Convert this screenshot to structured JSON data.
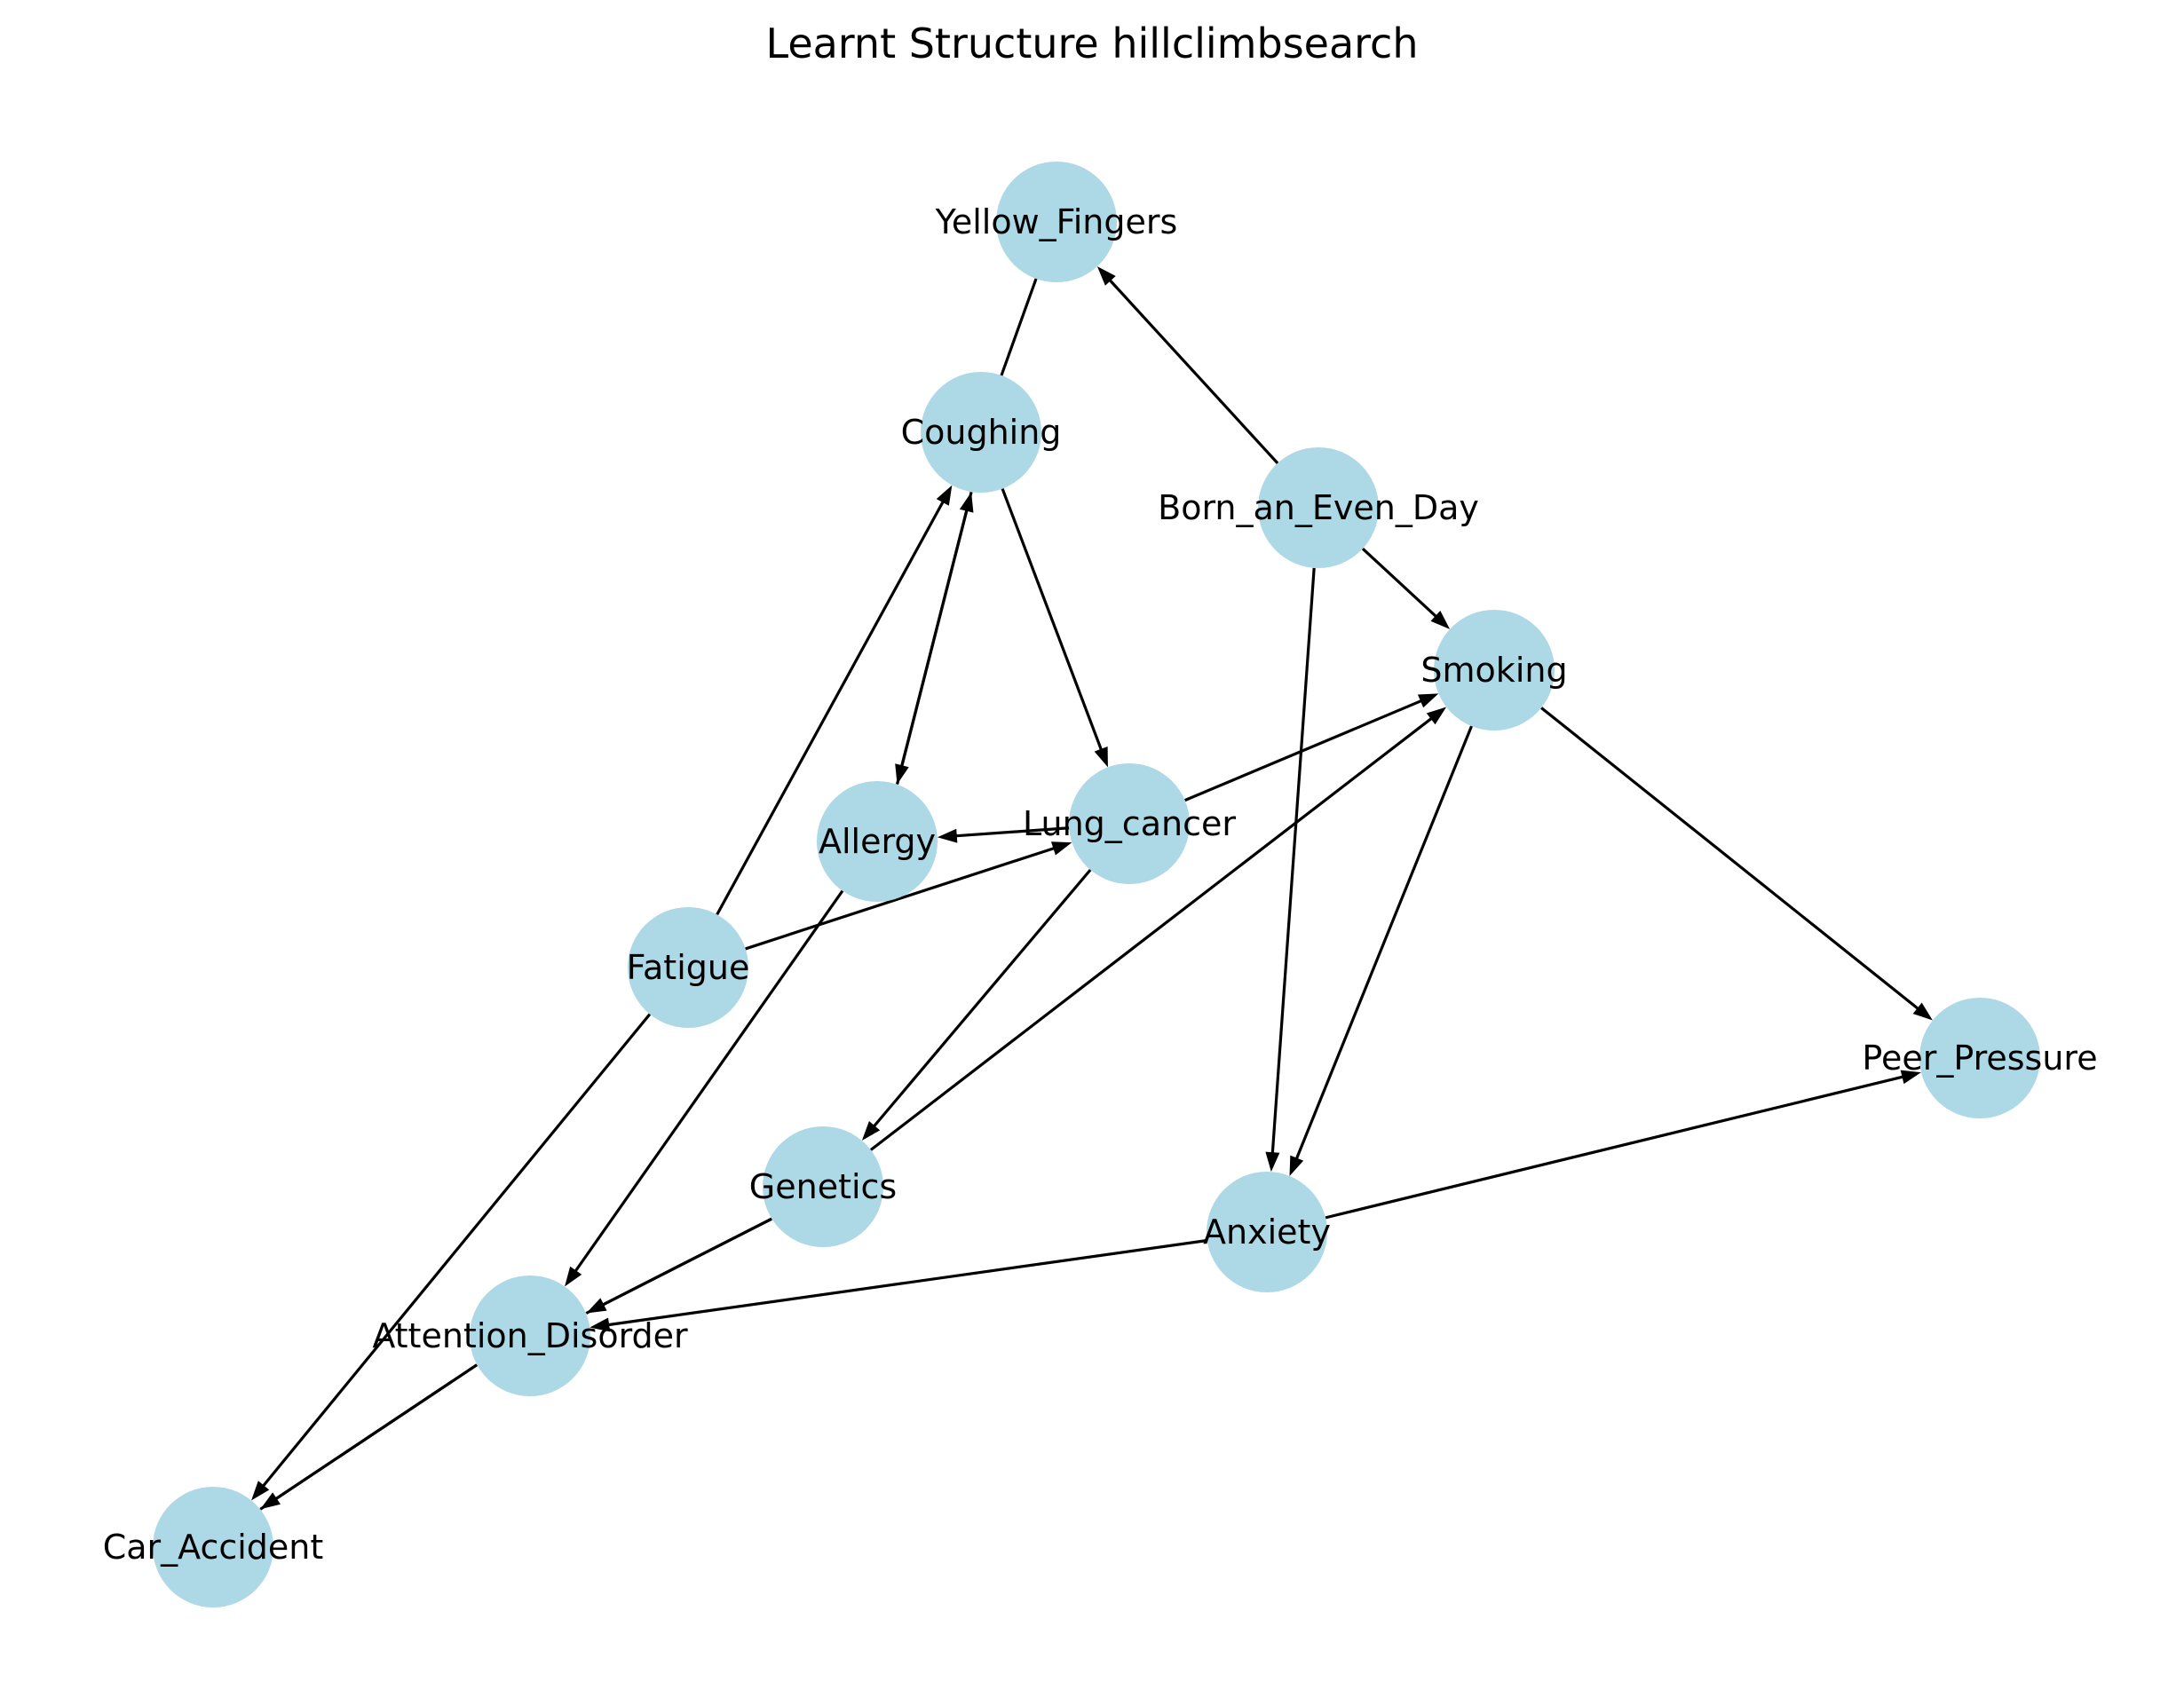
{
  "title": "Learnt Structure hillclimbsearch",
  "node_color": "#add8e6",
  "edge_color": "#000000",
  "nodes": [
    {
      "id": "Yellow_Fingers",
      "label": "Yellow_Fingers"
    },
    {
      "id": "Coughing",
      "label": "Coughing"
    },
    {
      "id": "Born_an_Even_Day",
      "label": "Born_an_Even_Day"
    },
    {
      "id": "Smoking",
      "label": "Smoking"
    },
    {
      "id": "Allergy",
      "label": "Allergy"
    },
    {
      "id": "Lung_cancer",
      "label": "Lung_cancer"
    },
    {
      "id": "Fatigue",
      "label": "Fatigue"
    },
    {
      "id": "Peer_Pressure",
      "label": "Peer_Pressure"
    },
    {
      "id": "Genetics",
      "label": "Genetics"
    },
    {
      "id": "Anxiety",
      "label": "Anxiety"
    },
    {
      "id": "Attention_Disorder",
      "label": "Attention_Disorder"
    },
    {
      "id": "Car_Accident",
      "label": "Car_Accident"
    }
  ],
  "edges": [
    {
      "from": "Coughing",
      "to": "Yellow_Fingers",
      "directed": false
    },
    {
      "from": "Born_an_Even_Day",
      "to": "Yellow_Fingers",
      "directed": true
    },
    {
      "from": "Born_an_Even_Day",
      "to": "Smoking",
      "directed": true
    },
    {
      "from": "Born_an_Even_Day",
      "to": "Anxiety",
      "directed": true
    },
    {
      "from": "Coughing",
      "to": "Allergy",
      "directed": true
    },
    {
      "from": "Allergy",
      "to": "Coughing",
      "directed": true
    },
    {
      "from": "Coughing",
      "to": "Lung_cancer",
      "directed": true
    },
    {
      "from": "Fatigue",
      "to": "Coughing",
      "directed": true
    },
    {
      "from": "Fatigue",
      "to": "Lung_cancer",
      "directed": true
    },
    {
      "from": "Fatigue",
      "to": "Car_Accident",
      "directed": true
    },
    {
      "from": "Lung_cancer",
      "to": "Allergy",
      "directed": true
    },
    {
      "from": "Lung_cancer",
      "to": "Smoking",
      "directed": true
    },
    {
      "from": "Lung_cancer",
      "to": "Genetics",
      "directed": true
    },
    {
      "from": "Smoking",
      "to": "Peer_Pressure",
      "directed": true
    },
    {
      "from": "Smoking",
      "to": "Anxiety",
      "directed": true
    },
    {
      "from": "Genetics",
      "to": "Smoking",
      "directed": true
    },
    {
      "from": "Genetics",
      "to": "Attention_Disorder",
      "directed": true
    },
    {
      "from": "Attention_Disorder",
      "to": "Genetics",
      "directed": false
    },
    {
      "from": "Allergy",
      "to": "Attention_Disorder",
      "directed": true
    },
    {
      "from": "Anxiety",
      "to": "Peer_Pressure",
      "directed": true
    },
    {
      "from": "Anxiety",
      "to": "Attention_Disorder",
      "directed": true
    },
    {
      "from": "Attention_Disorder",
      "to": "Car_Accident",
      "directed": true
    },
    {
      "from": "Car_Accident",
      "to": "Attention_Disorder",
      "directed": false
    }
  ]
}
